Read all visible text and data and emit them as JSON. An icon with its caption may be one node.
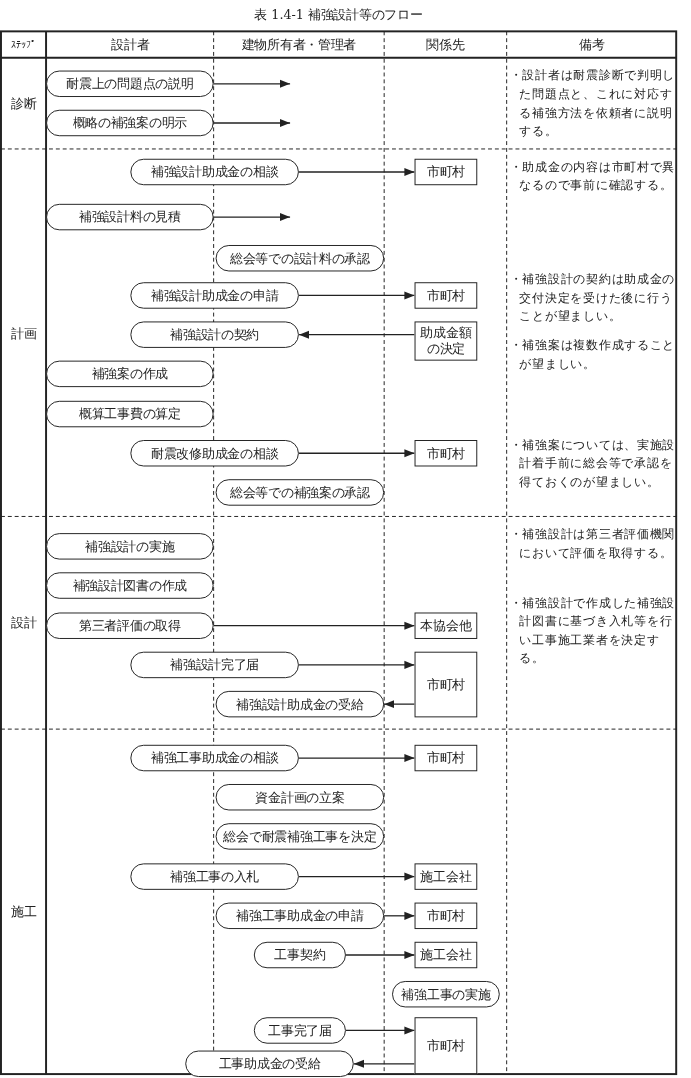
{
  "diagram": {
    "title": "表 1.4-1 補強設計等のフロー",
    "nodes": [
      {
        "text": [
          "耐震上の問題点の説明"
        ]
      },
      {
        "text": [
          "概略の補強案の明示"
        ]
      },
      {
        "text": [
          "補強設計助成金の相談"
        ]
      },
      {
        "text": [
          "市町村"
        ]
      },
      {
        "text": [
          "補強設計料の見積"
        ]
      },
      {
        "text": [
          "総会等での設計料の承認"
        ]
      },
      {
        "text": [
          "補強設計助成金の申請"
        ]
      },
      {
        "text": [
          "市町村"
        ]
      },
      {
        "text": [
          "補強設計の契約"
        ]
      },
      {
        "text": [
          "助成金額の決定"
        ]
      },
      {
        "text": [
          "補強案の作成"
        ]
      },
      {
        "text": [
          "概算工事費の算定"
        ]
      },
      {
        "text": [
          "耐震改修助成金の相談"
        ]
      },
      {
        "text": [
          "市町村"
        ]
      },
      {
        "text": [
          "総会等での補強案の承認"
        ]
      },
      {
        "text": [
          "補強設計の実施"
        ]
      },
      {
        "text": [
          "補強設計図書の作成"
        ]
      },
      {
        "text": [
          "第三者評価の取得"
        ]
      },
      {
        "text": [
          "本協会他"
        ]
      },
      {
        "text": [
          "補強設計完了届"
        ]
      },
      {
        "text": [
          "市町村"
        ]
      },
      {
        "text": [
          "補強設計助成金の受給"
        ]
      },
      {
        "text": [
          "補強工事助成金の相談"
        ]
      },
      {
        "text": [
          "市町村"
        ]
      },
      {
        "text": [
          "資金計画の立案"
        ]
      },
      {
        "text": [
          "総会で耐震補強工事を決定"
        ]
      },
      {
        "text": [
          "補強工事の入札"
        ]
      },
      {
        "text": [
          "施工会社"
        ]
      },
      {
        "text": [
          "補強工事助成金の申請"
        ]
      },
      {
        "text": [
          "市町村"
        ]
      },
      {
        "text": [
          "工事契約"
        ]
      },
      {
        "text": [
          "施工会社"
        ]
      },
      {
        "text": [
          "補強工事の実施"
        ]
      },
      {
        "text": [
          "工事完了届"
        ]
      },
      {
        "text": [
          "市町村"
        ]
      },
      {
        "text": [
          "工事助成金の受給"
        ]
      }
    ],
    "edges": [
      {
        "from": 0,
        "to": null,
        "arrow": "to"
      },
      {
        "from": 1,
        "to": null,
        "arrow": "to"
      },
      {
        "from": 2,
        "to": 3,
        "arrow": "to"
      },
      {
        "from": 4,
        "to": null,
        "arrow": "to"
      },
      {
        "from": 6,
        "to": 7,
        "arrow": "to"
      },
      {
        "from": 9,
        "to": 8,
        "arrow": "to"
      },
      {
        "from": 12,
        "to": 13,
        "arrow": "to"
      },
      {
        "from": 17,
        "to": 18,
        "arrow": "to"
      },
      {
        "from": 19,
        "to": 20,
        "arrow": "to"
      },
      {
        "from": 20,
        "to": 21,
        "arrow": "to"
      },
      {
        "from": 22,
        "to": 23,
        "arrow": "to"
      },
      {
        "from": 26,
        "to": 27,
        "arrow": "to"
      },
      {
        "from": 28,
        "to": 29,
        "arrow": "to"
      },
      {
        "from": 30,
        "to": 31,
        "arrow": "to"
      },
      {
        "from": 33,
        "to": 34,
        "arrow": "to"
      },
      {
        "from": 34,
        "to": 35,
        "arrow": "to"
      }
    ],
    "labels": [
      "ｽﾃｯﾌﾟ",
      "設計者",
      "建物所有者・管理者",
      "関係先",
      "備考",
      "診断",
      "・設計者は耐震診断で判明した問題点と、これに対応する補強方法を依頼者に説明する。",
      "計画",
      "・助成金の内容は市町村で異なるので事前に確認する。",
      "・補強設計の契約は助成金の交付決定を受けた後に行うことが望ましい。",
      "・補強案は複数作成することが望ましい。",
      "・補強案については、実施設計着手前に総会等で承認を得ておくのが望ましい。",
      "設計",
      "・補強設計は第三者評価機関において評価を取得する。",
      "・補強設計で作成した補強設計図書に基づき入札等を行い工事施工業者を決定する。",
      "施工"
    ]
  }
}
